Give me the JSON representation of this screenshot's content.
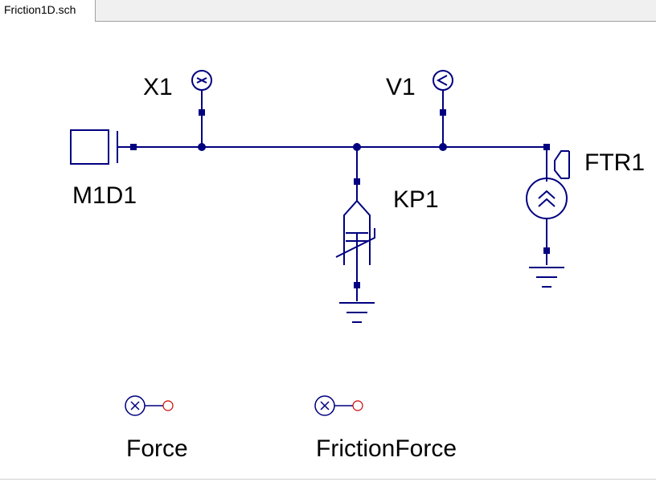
{
  "tab": {
    "title": "Friction1D.sch"
  },
  "schematic": {
    "labels": {
      "x1": "X1",
      "v1": "V1",
      "m1d1": "M1D1",
      "kp1": "KP1",
      "ftr1": "FTR1",
      "force": "Force",
      "friction_force": "FrictionForce"
    }
  },
  "colors": {
    "wire": "#000080",
    "pin": "#cc0000"
  }
}
